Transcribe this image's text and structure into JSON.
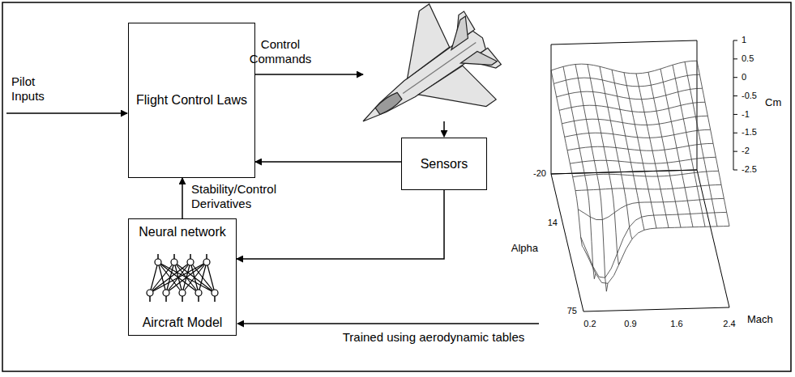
{
  "diagram": {
    "nodes": [
      {
        "text": [
          "Flight Control Laws"
        ]
      },
      {
        "text": [
          "Sensors"
        ]
      },
      {
        "text": [
          "Neural network",
          "Aircraft Model"
        ]
      }
    ],
    "edges": [
      {
        "from": 1,
        "to": 0,
        "arrow": "to"
      },
      {
        "from": 1,
        "to": 2,
        "arrow": "to"
      },
      {
        "from": 2,
        "to": 0,
        "arrow": "to",
        "label": "Stability/Control Derivatives"
      }
    ],
    "labels": [
      "Pilot Inputs",
      "Control Commands",
      "1",
      "0.5",
      "0",
      "-0.5",
      "-1",
      "-1.5",
      "-2",
      "-2.5",
      "Cm",
      "-20",
      "14",
      "Alpha",
      "75",
      "0.2",
      "0.9",
      "1.6",
      "2.4",
      "Mach",
      "Trained using aerodynamic tables"
    ]
  }
}
